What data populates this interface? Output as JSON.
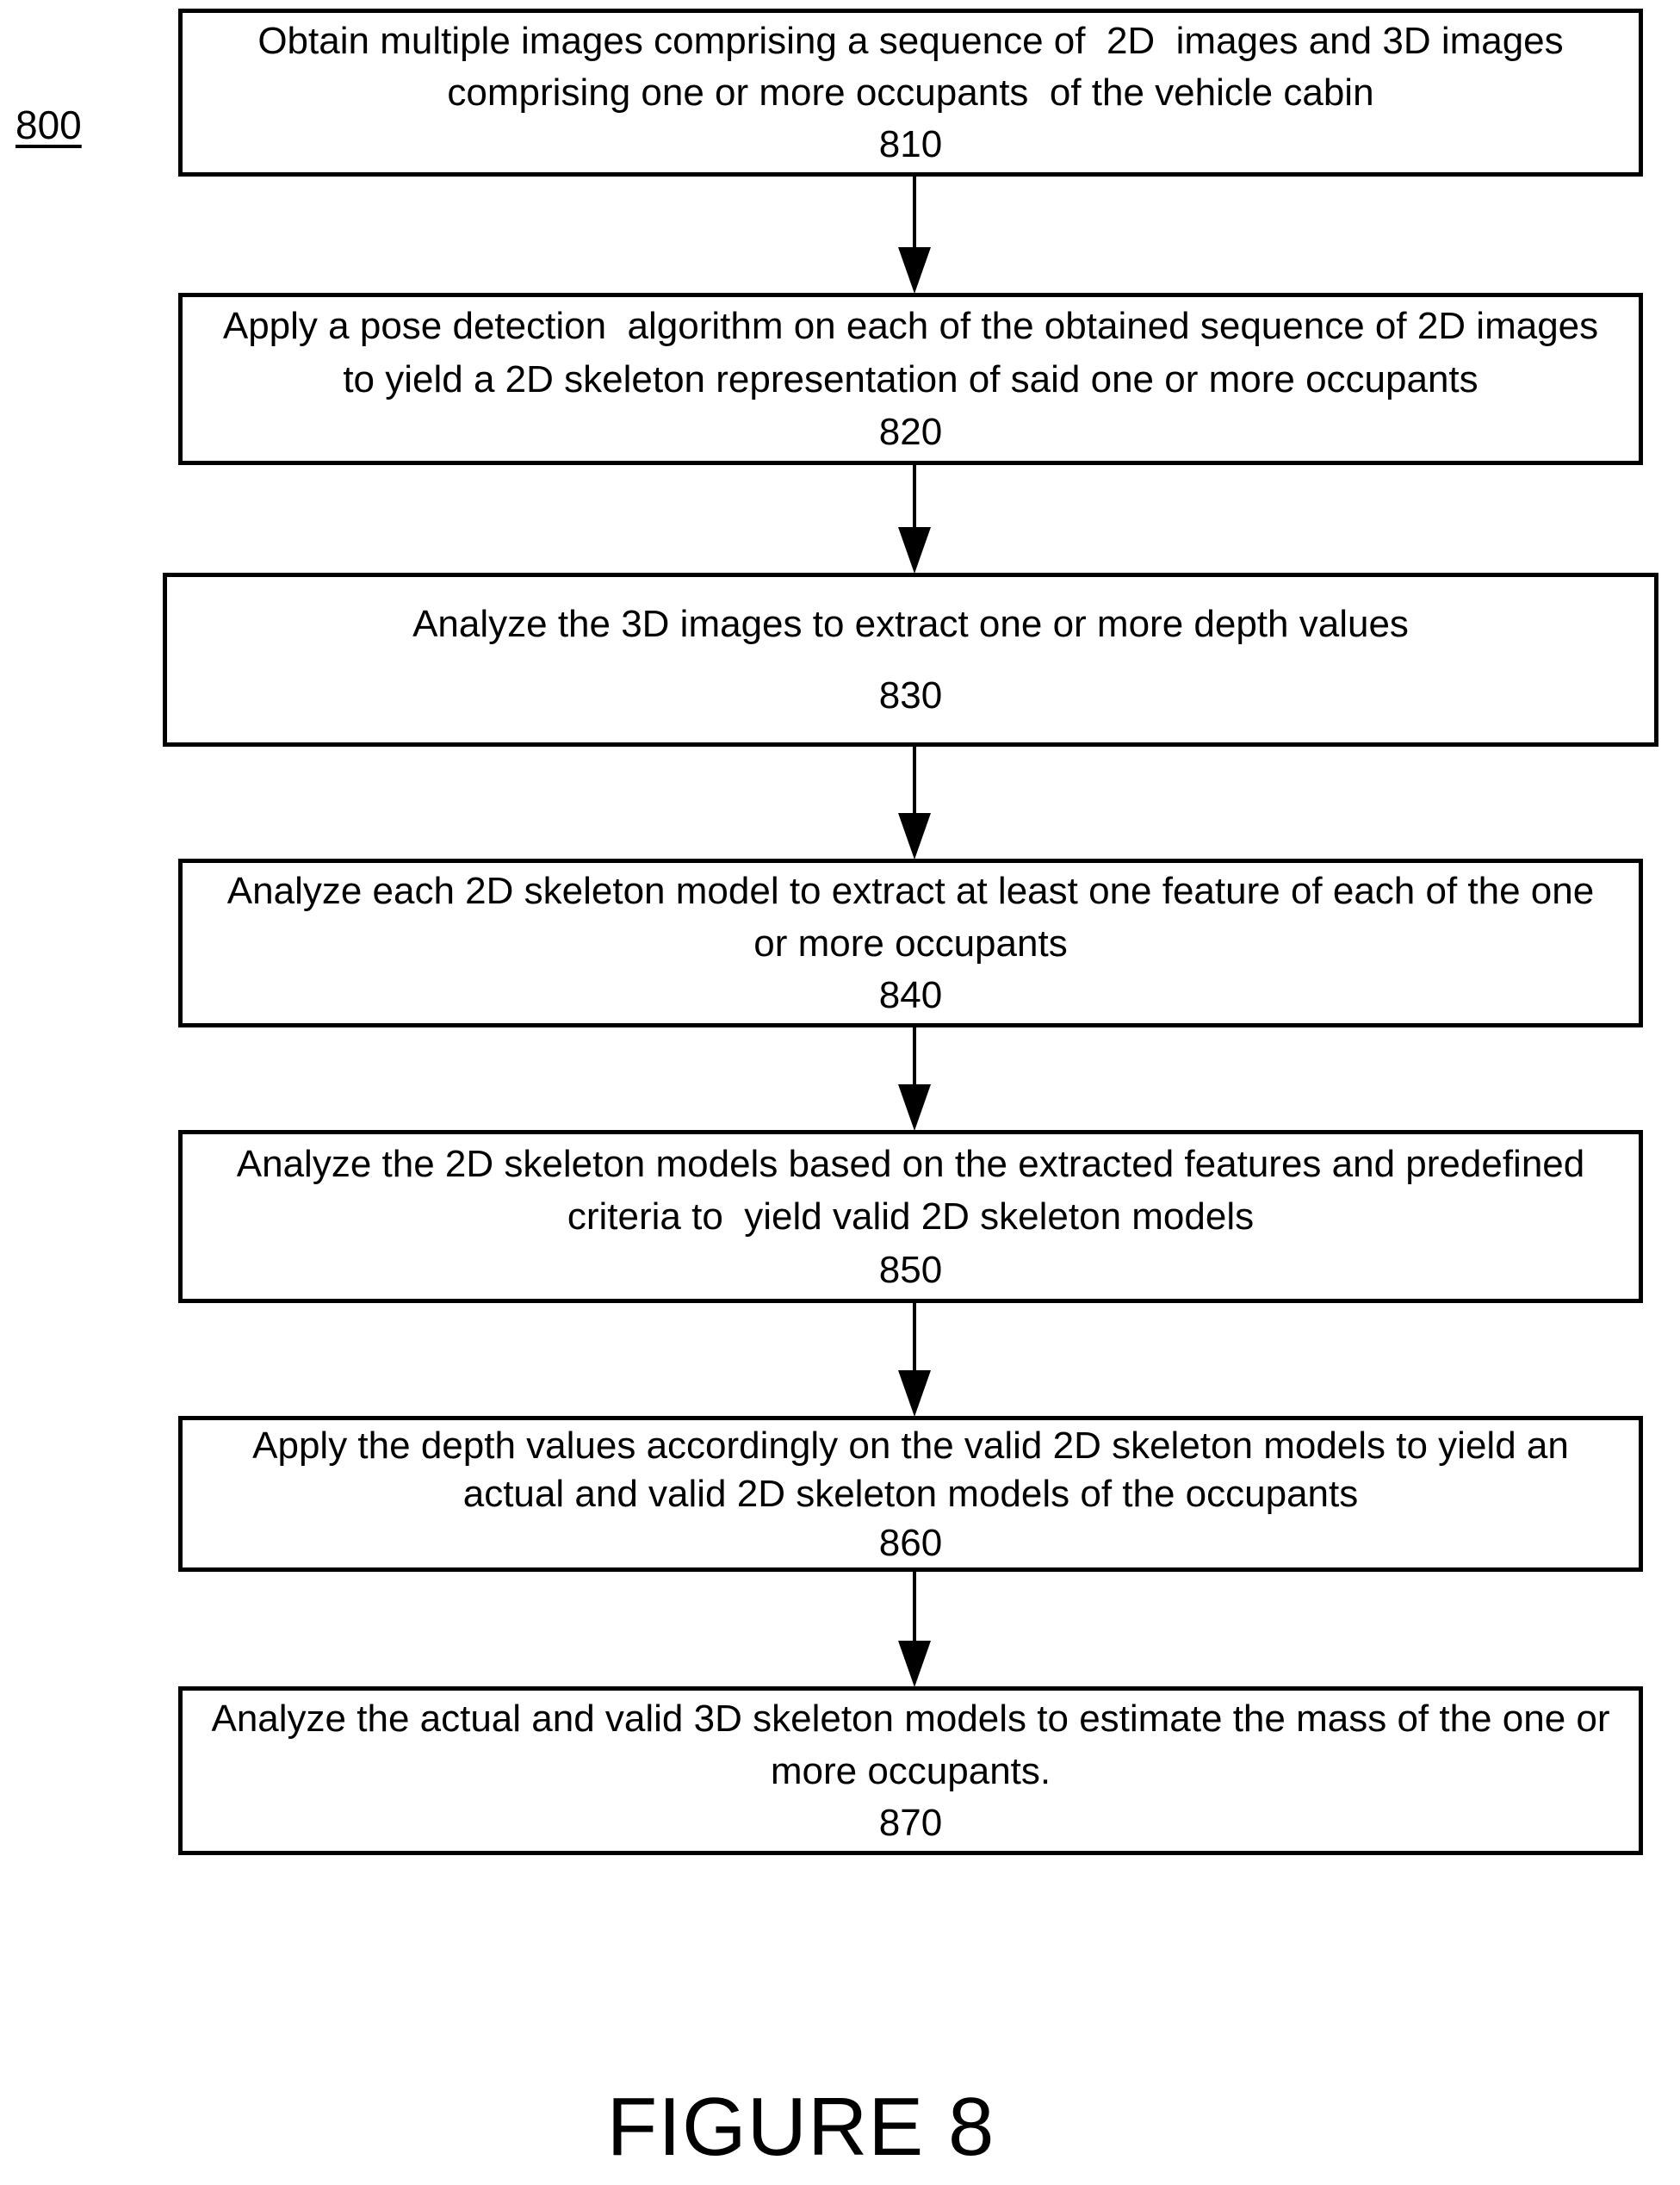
{
  "page": {
    "diagram_ref": "800",
    "figure_caption": "FIGURE 8"
  },
  "flowchart": {
    "boxes": [
      {
        "ref": "810",
        "lines": [
          "Obtain multiple images comprising a sequence of  2D  images and 3D images",
          "comprising one or more occupants  of the vehicle cabin"
        ]
      },
      {
        "ref": "820",
        "lines": [
          "Apply a pose detection  algorithm on each of the obtained sequence of 2D images",
          "to yield a 2D skeleton representation of said one or more occupants"
        ]
      },
      {
        "ref": "830",
        "lines": [
          "Analyze the 3D images to extract one or more depth values"
        ]
      },
      {
        "ref": "840",
        "lines": [
          "Analyze each 2D skeleton model to extract at least one feature of each of the one",
          "or more occupants"
        ]
      },
      {
        "ref": "850",
        "lines": [
          "Analyze the 2D skeleton models based on the extracted features and predefined",
          "criteria to  yield valid 2D skeleton models"
        ]
      },
      {
        "ref": "860",
        "lines": [
          "Apply the depth values accordingly on the valid 2D skeleton models to yield an",
          "actual and valid 2D skeleton models of the occupants"
        ]
      },
      {
        "ref": "870",
        "lines": [
          "Analyze the actual and valid 3D skeleton models to estimate the mass of the one or",
          "more occupants."
        ]
      }
    ]
  },
  "colors": {
    "ink": "#000000",
    "background": "#ffffff"
  }
}
